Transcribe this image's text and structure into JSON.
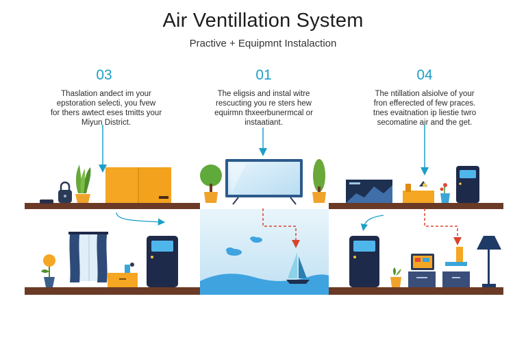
{
  "header": {
    "title": "Air Ventillation System",
    "subtitle": "Practive + Equipmnt Instalaction"
  },
  "steps": [
    {
      "number": "03",
      "lines": [
        "Thaslation andect im your",
        "epstoration selecti, you fvew",
        "for thers awtect eses tmitts your",
        "Miyun District."
      ]
    },
    {
      "number": "01",
      "lines": [
        "The eligsis and instal witre",
        "rescucting you re sters hew",
        "equirmn thxeerbunermcal or",
        "instaatiant."
      ]
    },
    {
      "number": "04",
      "lines": [
        "The ntillation alsiolve of your",
        "fron efferected of few praces.",
        "tnes evaitnation ip liestie twro",
        "secomatine air and the get."
      ]
    }
  ],
  "colors": {
    "accent": "#1c9fc7",
    "shelf": "#6b3a26",
    "orange": "#f5a623",
    "navy": "#1e2a4a",
    "water": "#cfe8f6",
    "sea": "#3fa3e0",
    "dashed_arrow": "#d9452b"
  },
  "icons": [
    "padlock-icon",
    "plant-icon",
    "cabinet-icon",
    "tv-screen-icon",
    "air-unit-icon",
    "curtain-window-icon",
    "sailboat-icon",
    "cloud-icon",
    "lamp-icon",
    "flower-icon"
  ]
}
